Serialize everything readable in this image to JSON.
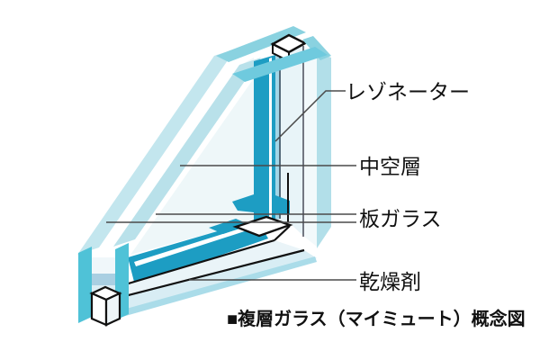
{
  "diagram": {
    "caption": "■複層ガラス（マイミュート）概念図",
    "labels": {
      "resonator": "レゾネーター",
      "air_layer": "中空層",
      "plate_glass": "板ガラス",
      "desiccant": "乾燥剤"
    },
    "colors": {
      "dark_teal": "#1d9dc3",
      "bar_teal": "#4fc2d7",
      "edge_band_teal": "#bfe4ec",
      "top_band_teal": "#85d0e0",
      "pale_glass": "#edf6f9",
      "light_blue": "#a9d4e5",
      "outline_black": "#111111",
      "leader_gray": "#4a4a4a",
      "background": "#ffffff"
    }
  }
}
